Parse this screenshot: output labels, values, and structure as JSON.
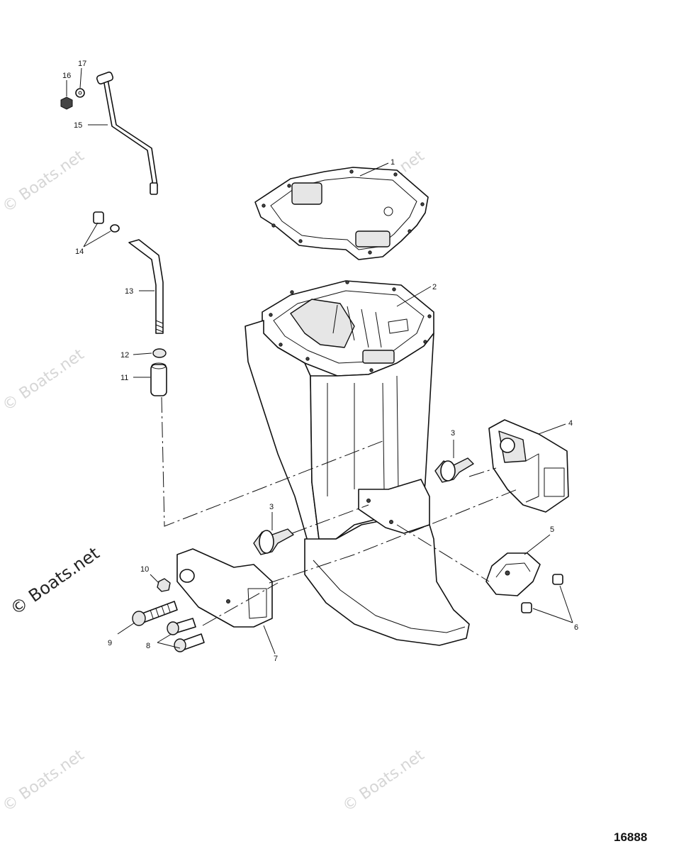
{
  "figure_number": "16888",
  "watermark": {
    "text": "© Boats.net"
  },
  "callouts": [
    "1",
    "2",
    "3",
    "3",
    "4",
    "5",
    "6",
    "7",
    "8",
    "9",
    "10",
    "11",
    "12",
    "13",
    "14",
    "15",
    "16",
    "17"
  ]
}
